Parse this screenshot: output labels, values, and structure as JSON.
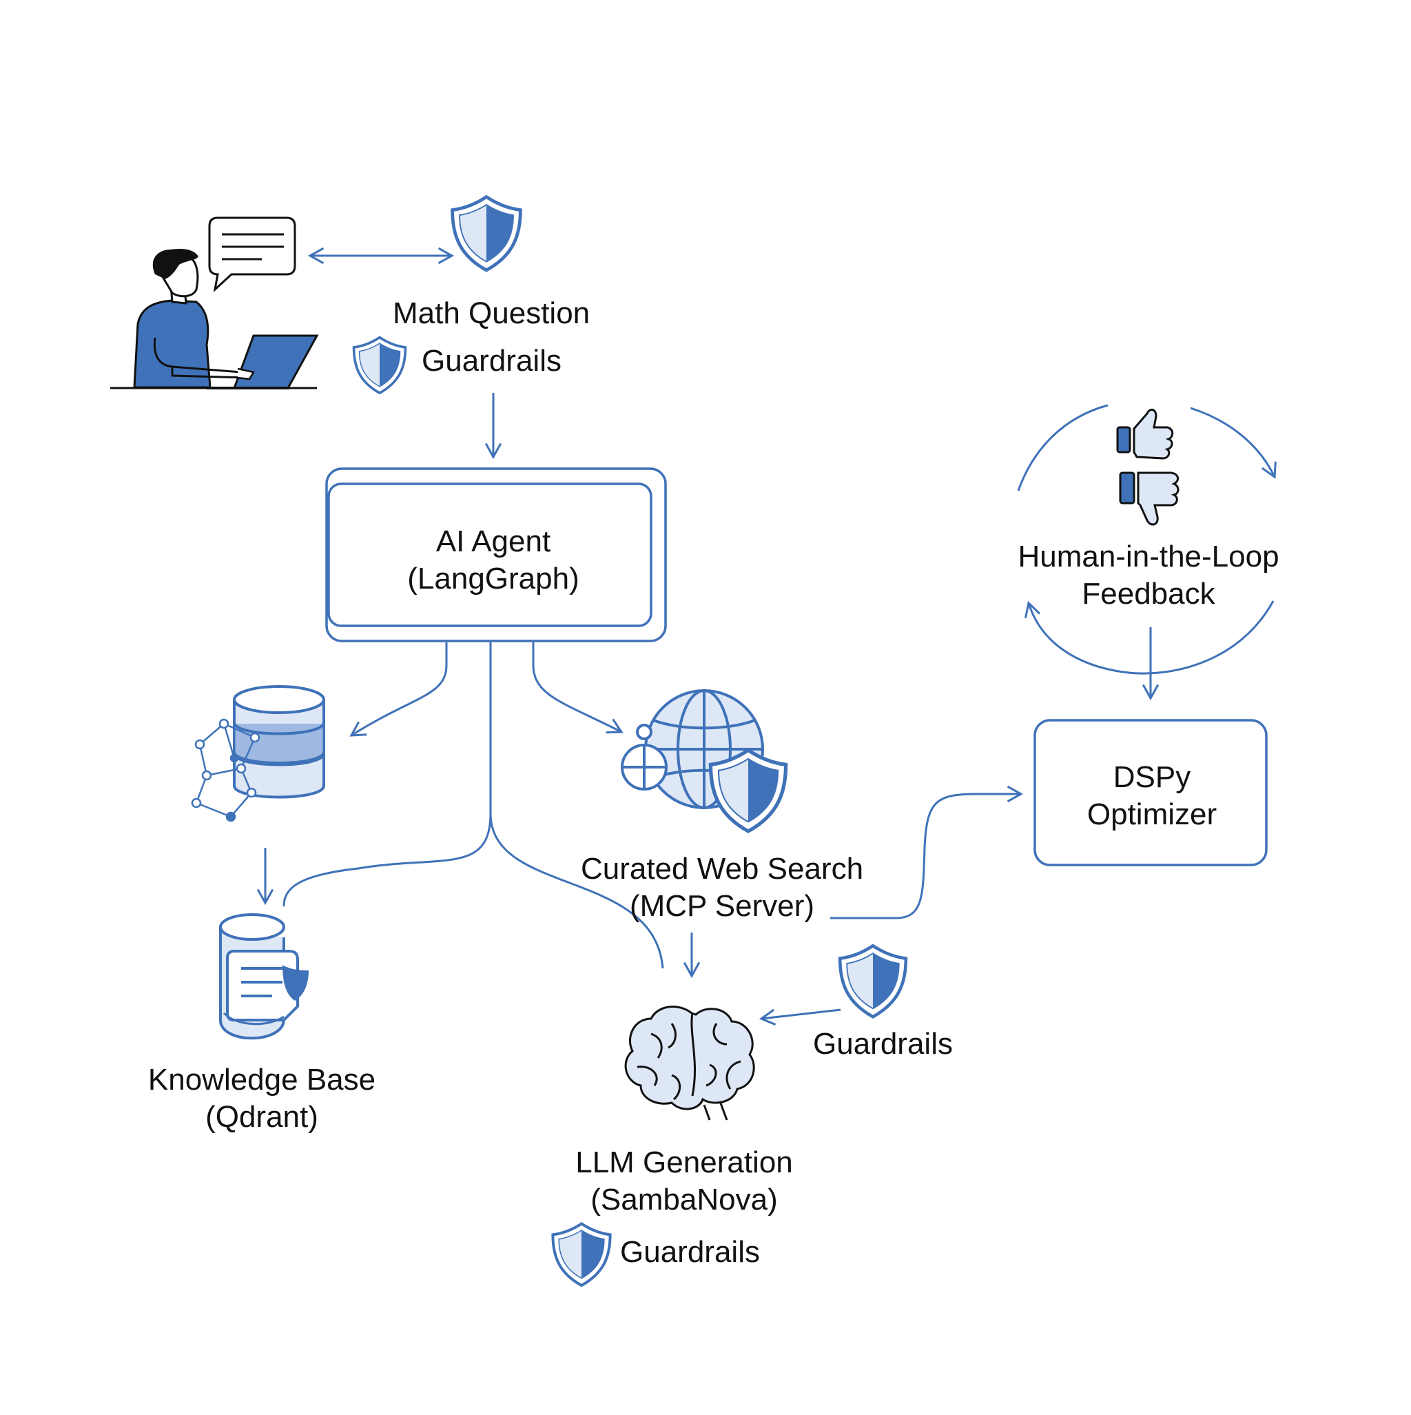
{
  "colors": {
    "line": "#3f72b8",
    "fill_dark": "#3f72b8",
    "fill_light": "#dde7f6",
    "fill_mid": "#9fb9e3",
    "text": "#111111"
  },
  "user": {
    "question_label": "Math Question",
    "guardrails_label": "Guardrails"
  },
  "agent": {
    "line1": "AI Agent",
    "line2": "(LangGraph)"
  },
  "knowledge_base": {
    "line1": "Knowledge Base",
    "line2": "(Qdrant)"
  },
  "web_search": {
    "line1": "Curated Web Search",
    "line2": "(MCP Server)"
  },
  "llm": {
    "line1": "LLM Generation",
    "line2": "(SambaNova)",
    "guardrails_label": "Guardrails"
  },
  "llm_input_guardrails": {
    "label": "Guardrails"
  },
  "feedback": {
    "line1": "Human-in-the-Loop",
    "line2": "Feedback"
  },
  "optimizer": {
    "line1": "DSPy",
    "line2": "Optimizer"
  },
  "icons": [
    "user-at-laptop-icon",
    "chat-bubble-icon",
    "shield-icon",
    "database-icon",
    "network-graph-icon",
    "globe-icon",
    "document-cylinder-icon",
    "brain-icon",
    "thumbs-up-icon",
    "thumbs-down-icon"
  ]
}
